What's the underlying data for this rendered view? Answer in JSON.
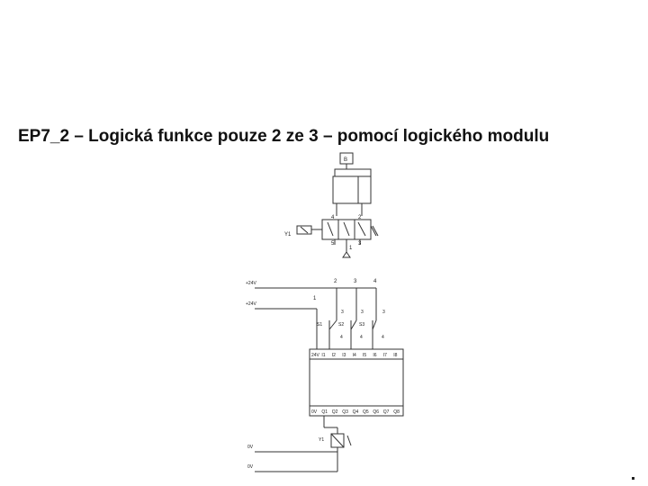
{
  "slide": {
    "title": "EP7_2 – Logická funkce pouze 2 ze 3 – pomocí logického modulu"
  },
  "pneumatic": {
    "cylinder_label": "B",
    "valve_ports": {
      "p4": "4",
      "p2": "2",
      "p5": "5",
      "p1": "1",
      "p3": "3"
    },
    "solenoid_label": "Y1"
  },
  "electric": {
    "supply_plus_1": "+24V",
    "supply_plus_2": "+24V",
    "supply_zero_1": "0V",
    "supply_zero_2": "0V",
    "wire_numbers": {
      "w1": "1",
      "w2": "2",
      "w3": "3",
      "w4": "4"
    },
    "switches": [
      {
        "name": "S1",
        "top": "3",
        "bottom": "4"
      },
      {
        "name": "S2",
        "top": "3",
        "bottom": "4"
      },
      {
        "name": "S3",
        "top": "3",
        "bottom": "4"
      }
    ],
    "module_inputs": [
      "24V",
      "I1",
      "I2",
      "I3",
      "I4",
      "I5",
      "I6",
      "I7",
      "I8"
    ],
    "module_outputs": [
      "0V",
      "Q1",
      "Q2",
      "Q3",
      "Q4",
      "Q5",
      "Q6",
      "Q7",
      "Q8"
    ],
    "coil_label": "Y1"
  },
  "colors": {
    "line": "#333333",
    "title": "#111111"
  }
}
